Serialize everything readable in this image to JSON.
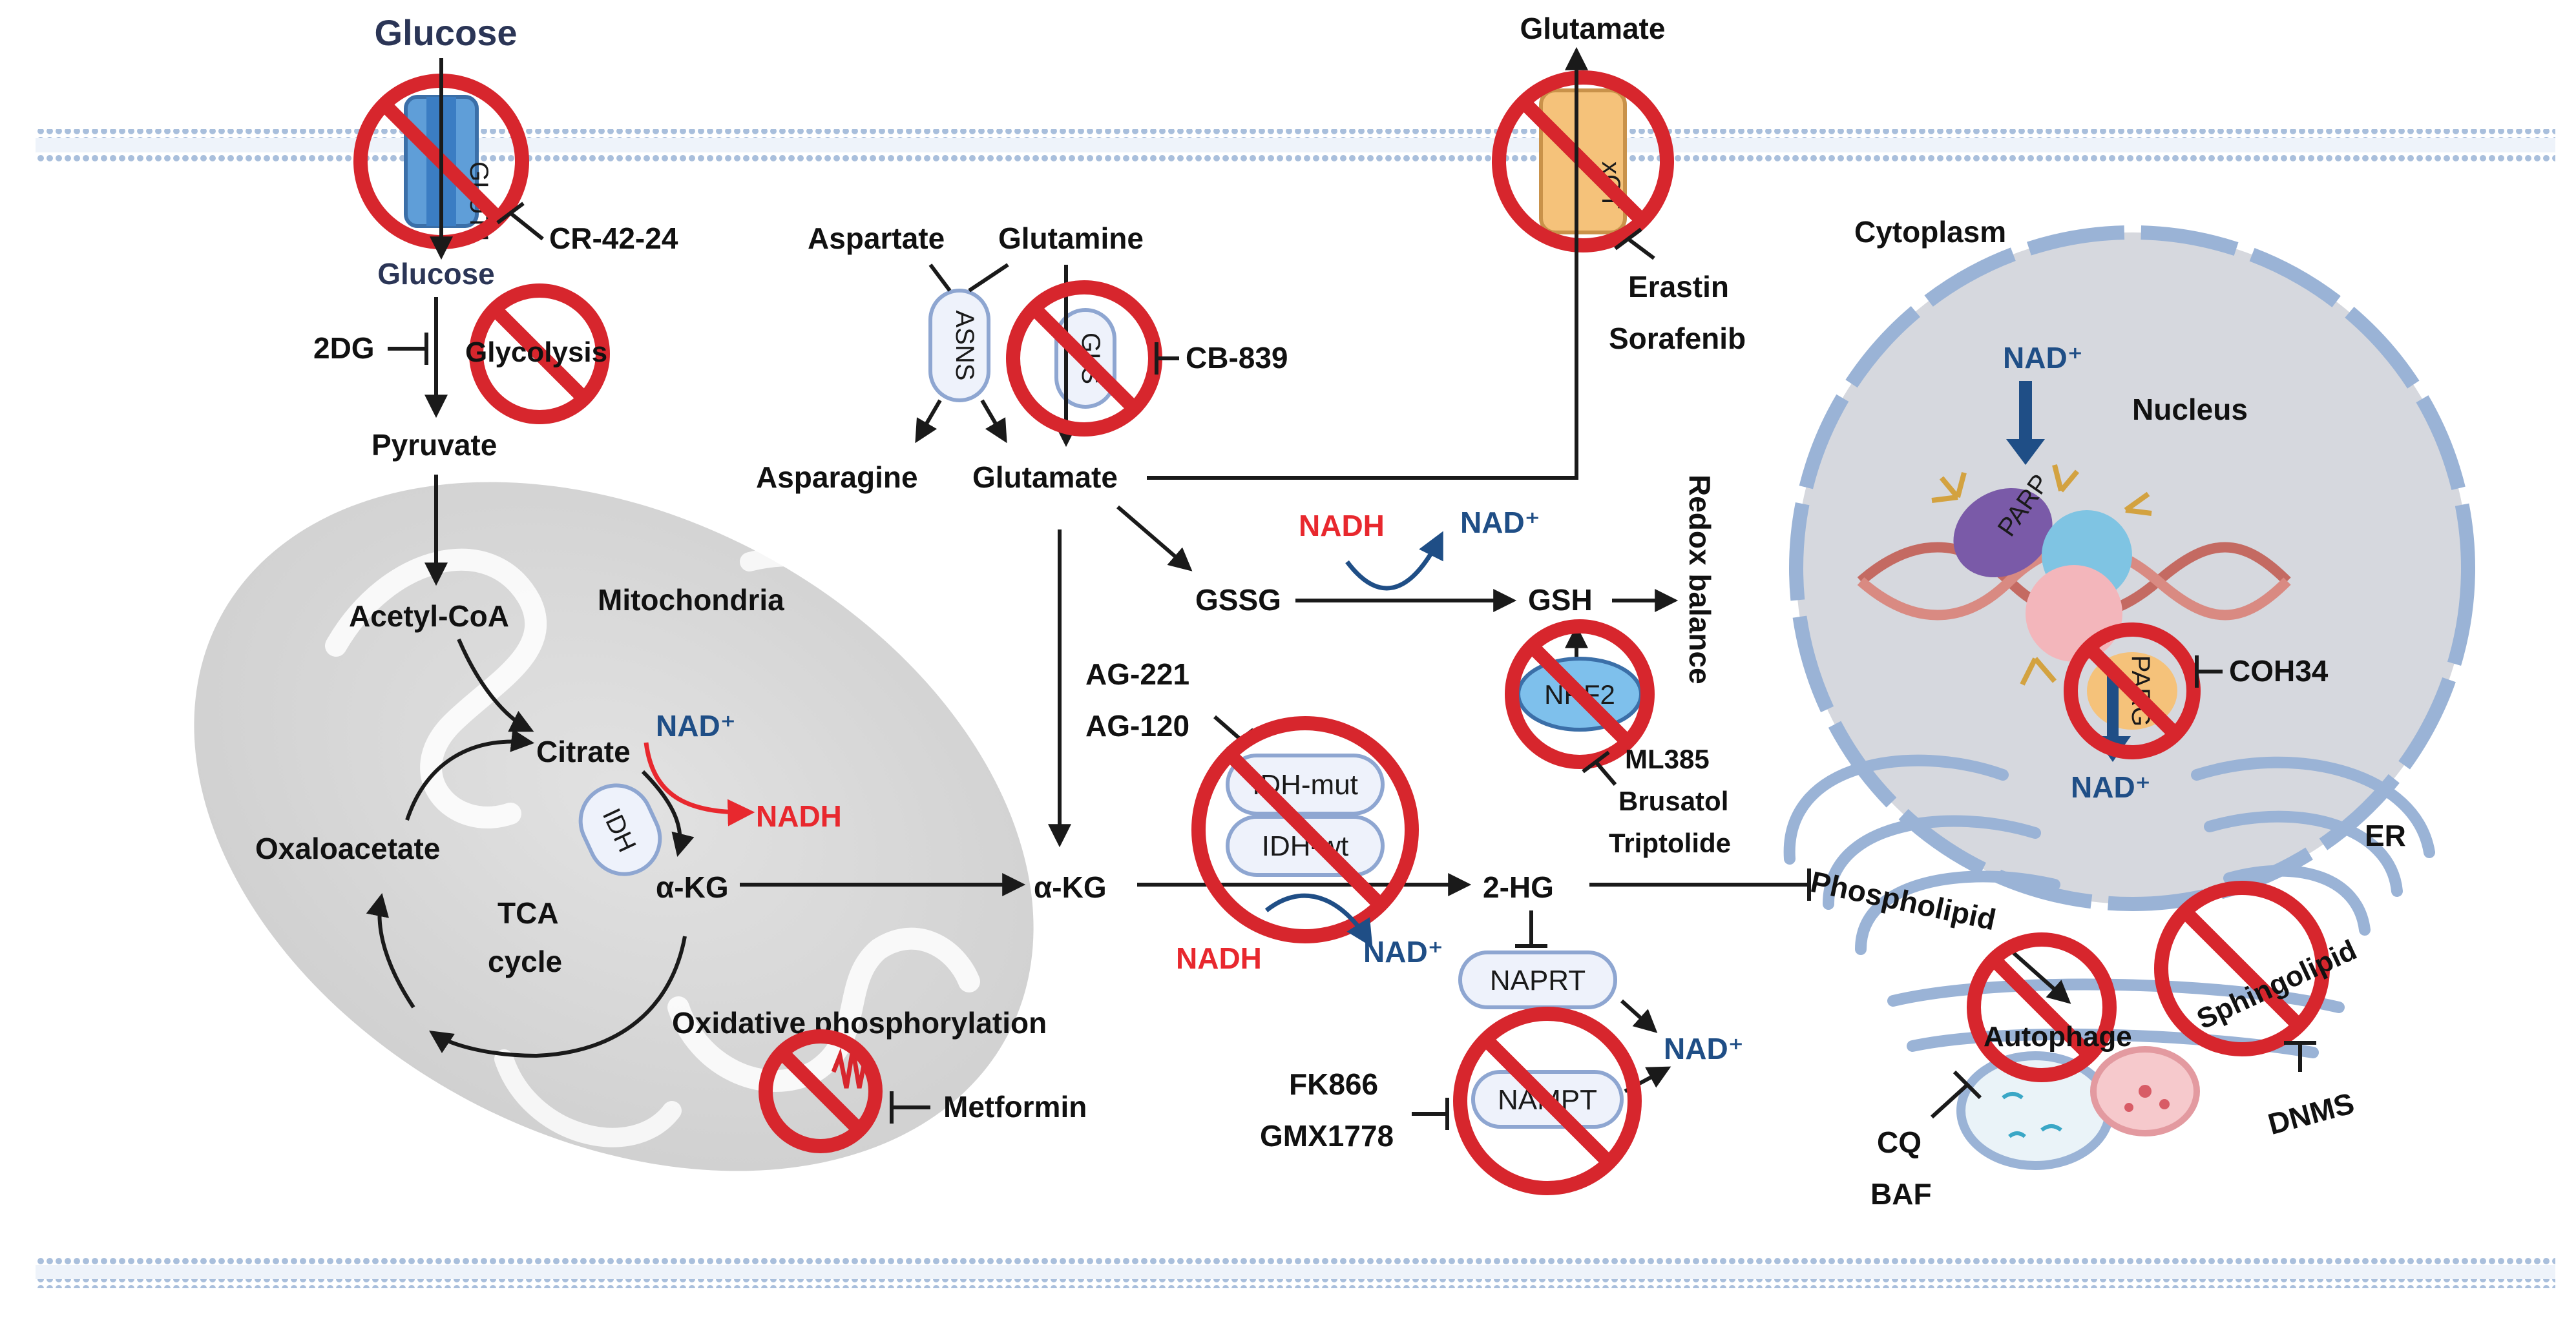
{
  "compartments": {
    "mitochondria": "Mitochondria",
    "cytoplasm": "Cytoplasm",
    "nucleus": "Nucleus",
    "er": "ER",
    "redox": "Redox balance"
  },
  "metabolites": {
    "glucose_out": "Glucose",
    "glucose_in": "Glucose",
    "glycolysis": "Glycolysis",
    "pyruvate": "Pyruvate",
    "acetyl_coa": "Acetyl-CoA",
    "citrate": "Citrate",
    "akg_mito": "α-KG",
    "oxaloacetate": "Oxaloacetate",
    "tca": "TCA",
    "cycle": "cycle",
    "oxphos": "Oxidative phosphorylation",
    "aspartate": "Aspartate",
    "glutamine": "Glutamine",
    "asparagine": "Asparagine",
    "glutamate_mid": "Glutamate",
    "glutamate_top": "Glutamate",
    "gssg": "GSSG",
    "gsh": "GSH",
    "akg_cyto": "α-KG",
    "two_hg": "2-HG",
    "phospholipid": "Phospholipid",
    "sphingolipid": "Sphingolipid",
    "autophage": "Autophage"
  },
  "cofactors": {
    "nad_mito": "NAD⁺",
    "nadh_mito": "NADH",
    "nadh_redox": "NADH",
    "nad_redox": "NAD⁺",
    "nadh_idh": "NADH",
    "nad_idh": "NAD⁺",
    "nad_naprt": "NAD⁺",
    "nad_nucleus_in": "NAD⁺",
    "nad_nucleus_out": "NAD⁺"
  },
  "enzymes": {
    "glut1": "GLUT1",
    "xct": "xCT",
    "asns": "ASNS",
    "gls": "GLS",
    "idh_mito": "IDH",
    "idh_mut": "IDH-mut",
    "idh_wt": "IDH-wt",
    "nrf2": "NRF2",
    "naprt": "NAPRT",
    "nampt": "NAMPT",
    "parp": "PARP",
    "parg": "PARG"
  },
  "inhibitors": {
    "cr4224": "CR-42-24",
    "twodg": "2DG",
    "cb839": "CB-839",
    "erastin": "Erastin",
    "sorafenib": "Sorafenib",
    "ag221": "AG-221",
    "ag120": "AG-120",
    "ml385": "ML385",
    "brusatol": "Brusatol",
    "triptolide": "Triptolide",
    "fk866": "FK866",
    "gmx1778": "GMX1778",
    "metformin": "Metformin",
    "coh34": "COH34",
    "cq": "CQ",
    "baf": "BAF",
    "dnms": "DNMS"
  },
  "colors": {
    "ban_red": "#d7262d",
    "nad_blue": "#1f4e86",
    "nadh_red": "#e8282e",
    "membrane": "#9ab3d6",
    "mito_fill": "#d9d9d9",
    "nucleus_fill": "#d6d8de"
  }
}
